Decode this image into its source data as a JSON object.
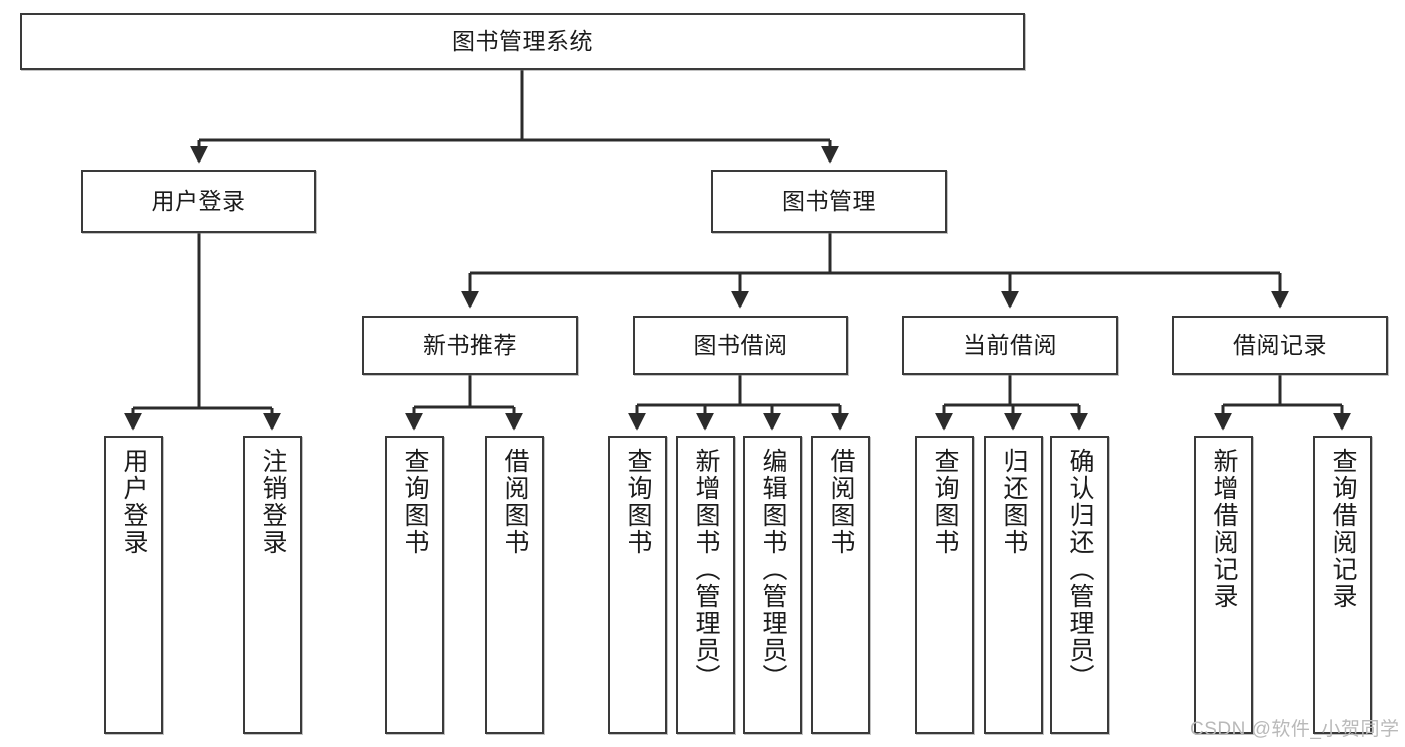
{
  "diagram": {
    "type": "tree-hierarchy-chart",
    "title": "图书管理系统",
    "orientation": "top-down",
    "colors": {
      "node_border": "#3a3a3a",
      "node_fill": "#ffffff",
      "edge": "#2b2b2b",
      "text": "#1b1b1b",
      "watermark": "#b9b9b9"
    },
    "nodes": {
      "root": {
        "label": "图书管理系统"
      },
      "level2": [
        {
          "id": "user-login",
          "label": "用户登录"
        },
        {
          "id": "book-management",
          "label": "图书管理"
        }
      ],
      "level3": [
        {
          "id": "new-book-recommend",
          "label": "新书推荐"
        },
        {
          "id": "book-borrow",
          "label": "图书借阅"
        },
        {
          "id": "current-borrow",
          "label": "当前借阅"
        },
        {
          "id": "borrow-record",
          "label": "借阅记录"
        }
      ],
      "leaves": {
        "user-login": [
          {
            "id": "login",
            "label": "用户登录"
          },
          {
            "id": "logout",
            "label": "注销登录"
          }
        ],
        "new-book-recommend": [
          {
            "id": "query-book-1",
            "label": "查询图书"
          },
          {
            "id": "borrow-book-1",
            "label": "借阅图书"
          }
        ],
        "book-borrow": [
          {
            "id": "query-book-2",
            "label": "查询图书"
          },
          {
            "id": "add-book",
            "label": "新增图书（管理员）"
          },
          {
            "id": "edit-book",
            "label": "编辑图书（管理员）"
          },
          {
            "id": "borrow-book-2",
            "label": "借阅图书"
          }
        ],
        "current-borrow": [
          {
            "id": "query-book-3",
            "label": "查询图书"
          },
          {
            "id": "return-book",
            "label": "归还图书"
          },
          {
            "id": "confirm-return",
            "label": "确认归还（管理员）"
          }
        ],
        "borrow-record": [
          {
            "id": "add-record",
            "label": "新增借阅记录"
          },
          {
            "id": "query-record",
            "label": "查询借阅记录"
          }
        ]
      }
    }
  },
  "watermark": {
    "text": "CSDN @软件_小贺同学"
  }
}
